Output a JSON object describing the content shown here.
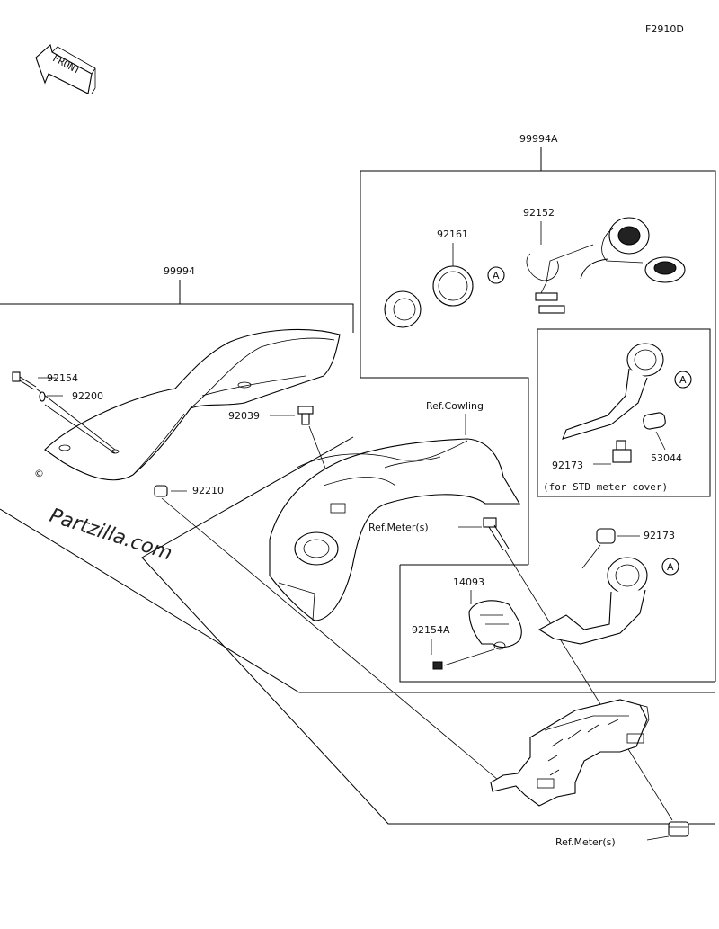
{
  "figure_code": "F2910D",
  "front_label": "FRONT",
  "watermark": "Partzilla.com",
  "copyright_symbol": "©",
  "labels": {
    "assy_main": "99994",
    "assy_sub": "99994A",
    "p92154": "92154",
    "p92200": "92200",
    "p92039": "92039",
    "p92210": "92210",
    "p92161": "92161",
    "p92152": "92152",
    "p92173_a": "92173",
    "p53044": "53044",
    "std_note": "(for STD meter cover)",
    "ref_cowling": "Ref.Cowling",
    "ref_meter_1": "Ref.Meter(s)",
    "p92173_b": "92173",
    "p14093": "14093",
    "p92154A": "92154A",
    "ref_meter_2": "Ref.Meter(s)",
    "mark_a": "A"
  }
}
